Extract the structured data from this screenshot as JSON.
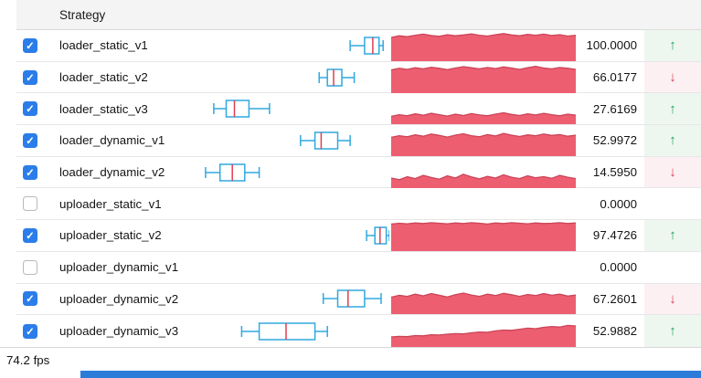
{
  "header": {
    "strategy_label": "Strategy"
  },
  "footer": {
    "fps": "74.2 fps"
  },
  "icons": {
    "check": "✓",
    "up_arrow": "↑",
    "down_arrow": "↓"
  },
  "colors": {
    "checkbox_blue": "#2b7de9",
    "box_stroke": "#30a9df",
    "median_red": "#e03e52",
    "spark_fill": "#ed5e71",
    "spark_stroke": "#cc4458",
    "up_green": "#23a35f",
    "down_red": "#d63d52",
    "up_tint": "#eef6f0",
    "down_tint": "#fcf0f2",
    "bottom_bar_blue": "#2b7cd9"
  },
  "rows": [
    {
      "name": "loader_static_v1",
      "checked": true,
      "value": "100.0000",
      "trend": "up",
      "box": {
        "wl": 0.81,
        "bl": 0.88,
        "med": 0.92,
        "br": 0.95,
        "wr": 0.97
      },
      "spark": [
        0.8,
        0.86,
        0.83,
        0.88,
        0.92,
        0.87,
        0.84,
        0.9,
        0.86,
        0.89,
        0.93,
        0.88,
        0.85,
        0.9,
        0.94,
        0.89,
        0.86,
        0.91,
        0.88,
        0.92,
        0.87,
        0.9,
        0.85,
        0.88
      ]
    },
    {
      "name": "loader_static_v2",
      "checked": true,
      "value": "66.0177",
      "trend": "down",
      "box": {
        "wl": 0.66,
        "bl": 0.7,
        "med": 0.73,
        "br": 0.77,
        "wr": 0.83
      },
      "spark": [
        0.78,
        0.84,
        0.8,
        0.86,
        0.82,
        0.88,
        0.84,
        0.79,
        0.85,
        0.9,
        0.86,
        0.82,
        0.87,
        0.83,
        0.89,
        0.85,
        0.8,
        0.86,
        0.91,
        0.85,
        0.82,
        0.87,
        0.84,
        0.8
      ]
    },
    {
      "name": "loader_static_v3",
      "checked": true,
      "value": "27.6169",
      "trend": "up",
      "box": {
        "wl": 0.15,
        "bl": 0.21,
        "med": 0.25,
        "br": 0.32,
        "wr": 0.42
      },
      "spark": [
        0.22,
        0.28,
        0.24,
        0.31,
        0.26,
        0.33,
        0.28,
        0.23,
        0.3,
        0.25,
        0.32,
        0.27,
        0.24,
        0.3,
        0.35,
        0.29,
        0.25,
        0.31,
        0.27,
        0.33,
        0.28,
        0.24,
        0.3,
        0.26
      ]
    },
    {
      "name": "loader_dynamic_v1",
      "checked": true,
      "value": "52.9972",
      "trend": "up",
      "box": {
        "wl": 0.57,
        "bl": 0.64,
        "med": 0.67,
        "br": 0.75,
        "wr": 0.81
      },
      "spark": [
        0.62,
        0.68,
        0.64,
        0.71,
        0.66,
        0.74,
        0.69,
        0.63,
        0.7,
        0.75,
        0.68,
        0.64,
        0.72,
        0.67,
        0.76,
        0.7,
        0.65,
        0.71,
        0.68,
        0.74,
        0.69,
        0.72,
        0.66,
        0.7
      ]
    },
    {
      "name": "loader_dynamic_v2",
      "checked": true,
      "value": "14.5950",
      "trend": "down",
      "box": {
        "wl": 0.11,
        "bl": 0.18,
        "med": 0.24,
        "br": 0.3,
        "wr": 0.37
      },
      "spark": [
        0.3,
        0.24,
        0.35,
        0.28,
        0.4,
        0.32,
        0.26,
        0.38,
        0.3,
        0.44,
        0.34,
        0.27,
        0.36,
        0.3,
        0.42,
        0.33,
        0.28,
        0.38,
        0.31,
        0.35,
        0.29,
        0.4,
        0.33,
        0.28
      ]
    },
    {
      "name": "uploader_static_v1",
      "checked": false,
      "value": "0.0000",
      "trend": "none",
      "box": null,
      "spark": null
    },
    {
      "name": "uploader_static_v2",
      "checked": true,
      "value": "97.4726",
      "trend": "up",
      "box": {
        "wl": 0.89,
        "bl": 0.93,
        "med": 0.955,
        "br": 0.985,
        "wr": 1.0
      },
      "spark": [
        0.92,
        0.95,
        0.93,
        0.96,
        0.94,
        0.97,
        0.95,
        0.93,
        0.96,
        0.94,
        0.97,
        0.95,
        0.92,
        0.96,
        0.94,
        0.97,
        0.95,
        0.93,
        0.96,
        0.94,
        0.95,
        0.97,
        0.94,
        0.96
      ]
    },
    {
      "name": "uploader_dynamic_v1",
      "checked": false,
      "value": "0.0000",
      "trend": "none",
      "box": null,
      "spark": null
    },
    {
      "name": "uploader_dynamic_v2",
      "checked": true,
      "value": "67.2601",
      "trend": "down",
      "box": {
        "wl": 0.68,
        "bl": 0.75,
        "med": 0.8,
        "br": 0.88,
        "wr": 0.96
      },
      "spark": [
        0.55,
        0.62,
        0.58,
        0.66,
        0.6,
        0.68,
        0.62,
        0.56,
        0.64,
        0.7,
        0.63,
        0.58,
        0.66,
        0.61,
        0.69,
        0.64,
        0.58,
        0.65,
        0.61,
        0.68,
        0.62,
        0.66,
        0.59,
        0.63
      ]
    },
    {
      "name": "uploader_dynamic_v3",
      "checked": true,
      "value": "52.9882",
      "trend": "up",
      "box": {
        "wl": 0.285,
        "bl": 0.37,
        "med": 0.5,
        "br": 0.64,
        "wr": 0.7
      },
      "spark": [
        0.3,
        0.32,
        0.31,
        0.35,
        0.34,
        0.38,
        0.37,
        0.4,
        0.42,
        0.41,
        0.45,
        0.48,
        0.47,
        0.52,
        0.55,
        0.54,
        0.58,
        0.62,
        0.6,
        0.65,
        0.68,
        0.66,
        0.72,
        0.7
      ]
    }
  ]
}
